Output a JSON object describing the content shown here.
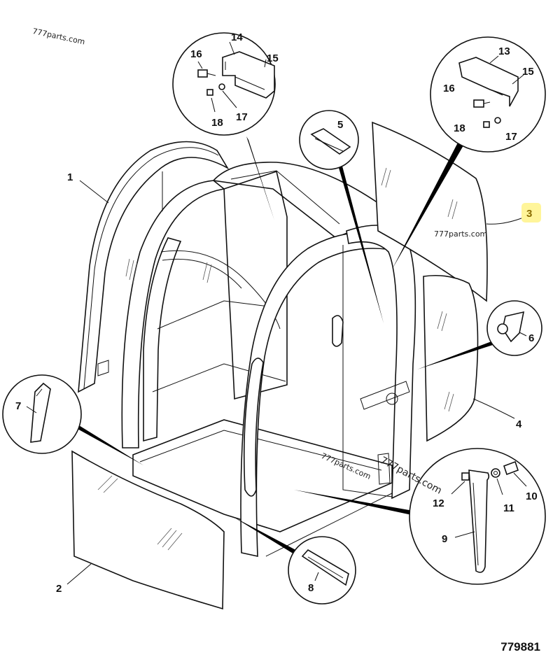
{
  "watermarks": {
    "top_left": "777parts.com",
    "right": "777parts.com",
    "center_a": "777parts.com",
    "center_b": "777parts.com"
  },
  "figure_number": "779881",
  "callouts": {
    "c1": "1",
    "c2": "2",
    "c3": "3",
    "c4": "4",
    "c5": "5",
    "c6": "6",
    "c7": "7",
    "c8": "8",
    "c9": "9",
    "c10": "10",
    "c11": "11",
    "c12": "12",
    "c13": "13",
    "c14": "14",
    "c15": "15",
    "c16a": "16",
    "c16b": "16",
    "c17a": "17",
    "c17b": "17",
    "c18a": "18",
    "c18b": "18"
  },
  "colors": {
    "line": "#111111",
    "highlight": "#fff59a",
    "highlight_text": "#8a6d00"
  }
}
